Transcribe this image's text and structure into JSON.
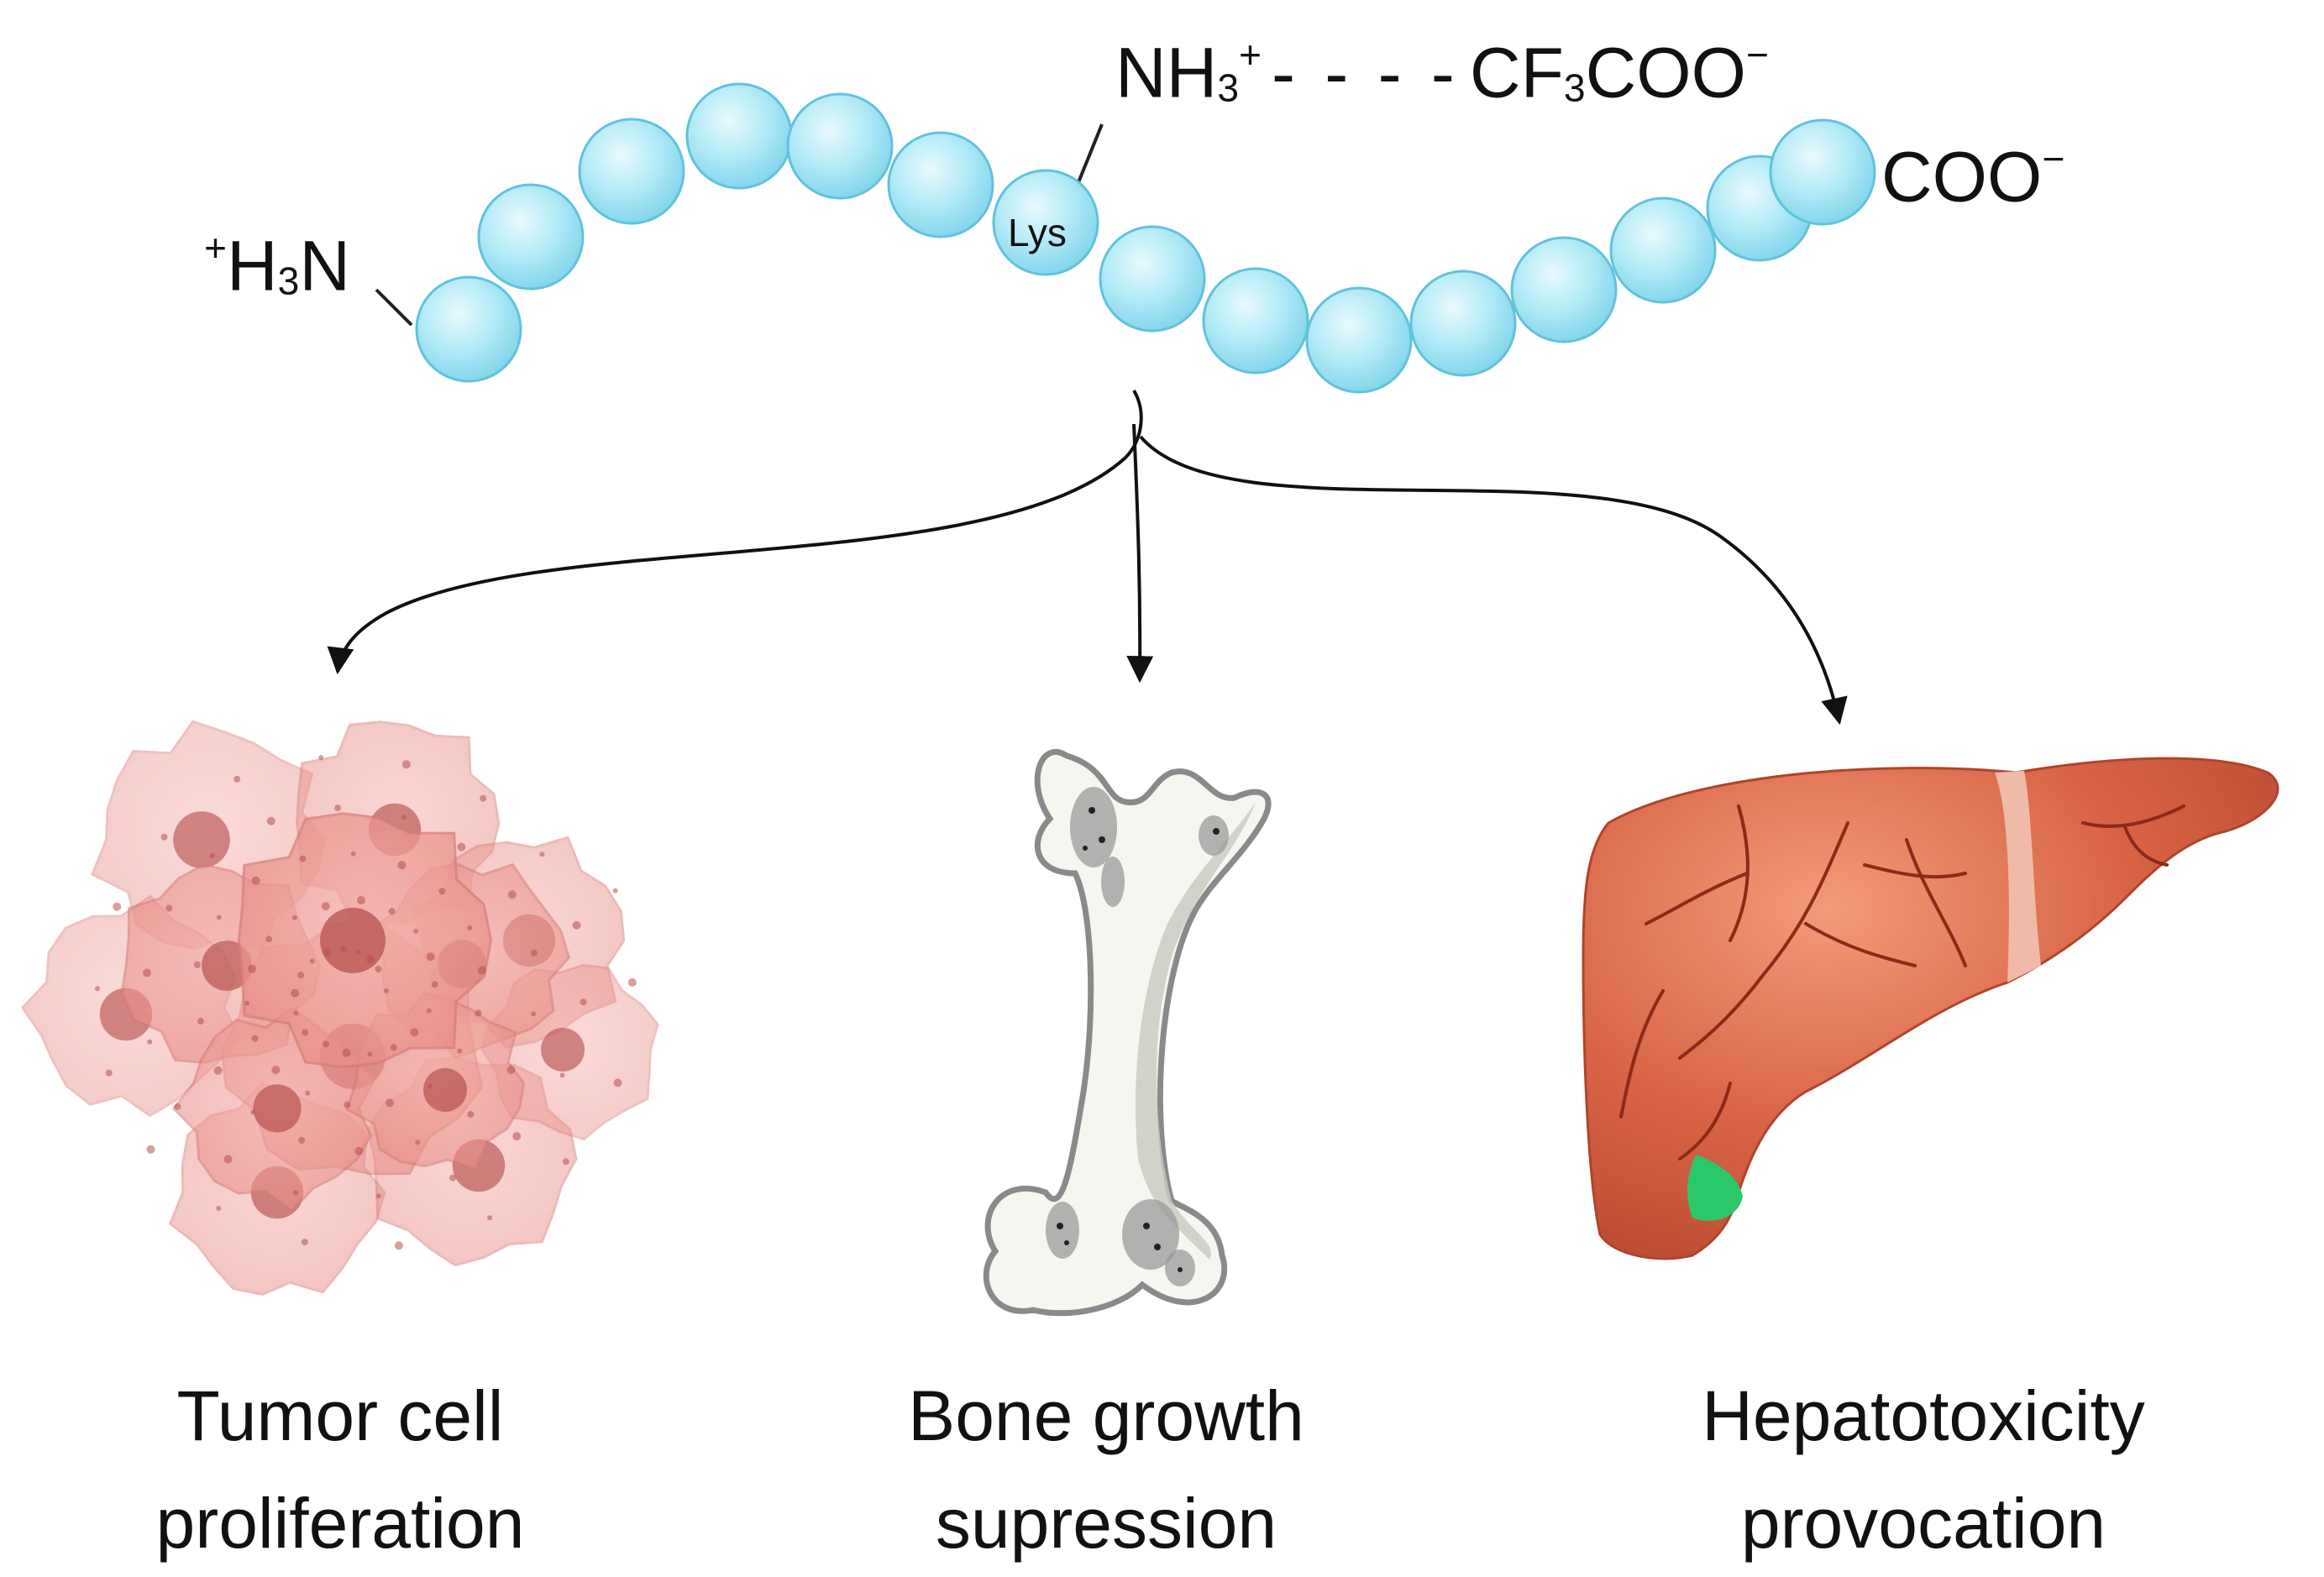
{
  "peptide": {
    "n_terminus": {
      "sup": "+",
      "main": "H",
      "sub": "3",
      "tail": "N"
    },
    "c_terminus": {
      "main": "COO",
      "sup": "−"
    },
    "lys_label": "Lys",
    "side_chain": {
      "main": "NH",
      "sub": "3",
      "sup": "+",
      "dash": "- - - -",
      "cf": "CF",
      "cf_sub": "3",
      "coo": "COO",
      "coo_sup": "−"
    }
  },
  "effects": [
    {
      "line1": "Tumor cell",
      "line2": "proliferation",
      "icon": "tumor-cell-cluster-icon"
    },
    {
      "line1": "Bone growth",
      "line2": "supression",
      "icon": "bone-icon"
    },
    {
      "line1": "Hepatotoxicity",
      "line2": "provocation",
      "icon": "liver-icon"
    }
  ],
  "colors": {
    "bead": "#aee8f6",
    "bead_edge": "#5fc3dc",
    "tumor": "#f0a3a0",
    "tumor_nucleus": "#b7514e",
    "bone": "#f5f5f0",
    "bone_edge": "#8e8e8e",
    "liver": "#cf5a3e",
    "liver_vein": "#8b2a19",
    "gallbladder": "#2bc86a"
  }
}
